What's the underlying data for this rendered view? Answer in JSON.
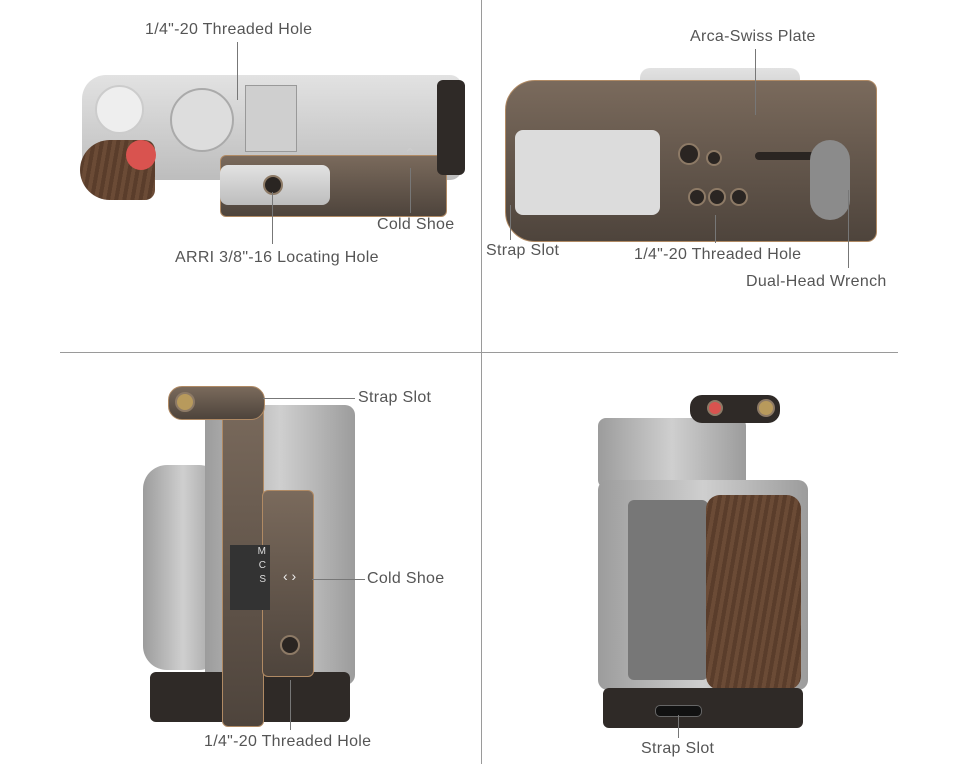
{
  "panels": {
    "top_left": {
      "labels": {
        "threaded_hole": "1/4\"-20 Threaded Hole",
        "arri_hole": "ARRI 3/8\"-16 Locating Hole",
        "cold_shoe": "Cold Shoe"
      }
    },
    "top_right": {
      "labels": {
        "arca_plate": "Arca-Swiss Plate",
        "strap_slot": "Strap Slot",
        "threaded_hole": "1/4\"-20 Threaded Hole",
        "wrench": "Dual-Head Wrench"
      }
    },
    "bottom_left": {
      "labels": {
        "strap_slot": "Strap Slot",
        "cold_shoe": "Cold Shoe",
        "threaded_hole": "1/4\"-20 Threaded Hole"
      }
    },
    "bottom_right": {
      "labels": {
        "strap_slot": "Strap Slot"
      }
    }
  },
  "colors": {
    "divider": "#9a9a9a",
    "label_text": "#555555",
    "cage_bronze": "#5e5248",
    "wood": "#6b4b36"
  }
}
